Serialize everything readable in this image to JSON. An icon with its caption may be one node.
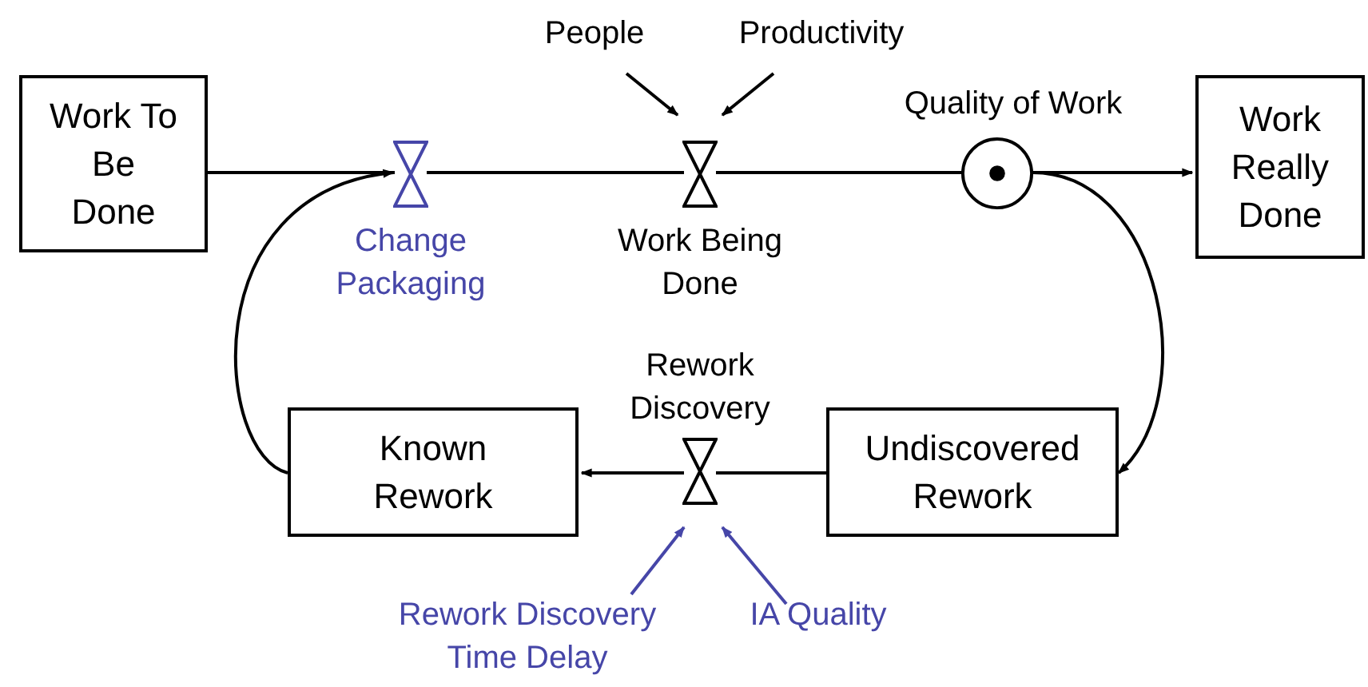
{
  "diagram": {
    "nodes": [
      {
        "text": [
          "Work To Be Done"
        ]
      },
      {
        "text": [
          "Change Packaging"
        ]
      },
      {
        "text": [
          "People"
        ]
      },
      {
        "text": [
          "Productivity"
        ]
      },
      {
        "text": [
          "Work Being Done"
        ]
      },
      {
        "text": [
          "Quality of Work"
        ]
      },
      {
        "text": [
          "Work Really Done"
        ]
      },
      {
        "text": [
          "Known Rework"
        ]
      },
      {
        "text": [
          "Rework Discovery"
        ]
      },
      {
        "text": [
          "Undiscovered Rework"
        ]
      },
      {
        "text": [
          "Rework Discovery Time Delay"
        ]
      },
      {
        "text": [
          "IA Quality"
        ]
      }
    ],
    "edges": [
      {
        "from": 0,
        "to": 1,
        "arrow": "none"
      },
      {
        "from": 7,
        "to": 1,
        "arrow": "to"
      },
      {
        "from": 1,
        "to": 4,
        "arrow": "none"
      },
      {
        "from": 2,
        "to": 4,
        "arrow": "to"
      },
      {
        "from": 3,
        "to": 4,
        "arrow": "to"
      },
      {
        "from": 4,
        "to": 5,
        "arrow": "none"
      },
      {
        "from": 5,
        "to": 6,
        "arrow": "to"
      },
      {
        "from": 5,
        "to": 9,
        "arrow": "to"
      },
      {
        "from": 9,
        "to": 8,
        "arrow": "none"
      },
      {
        "from": 8,
        "to": 7,
        "arrow": "to"
      },
      {
        "from": 10,
        "to": 8,
        "arrow": "to",
        "color": "#4646a8"
      },
      {
        "from": 11,
        "to": 8,
        "arrow": "to",
        "color": "#4646a8"
      }
    ]
  }
}
